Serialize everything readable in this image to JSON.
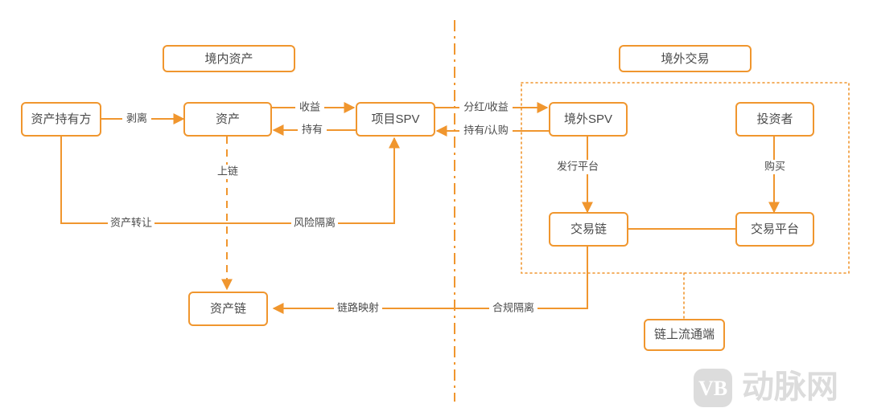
{
  "diagram": {
    "title_boxes": [
      {
        "id": "domestic-assets",
        "label": "境内资产"
      },
      {
        "id": "offshore-trading",
        "label": "境外交易"
      }
    ],
    "nodes": [
      {
        "id": "asset-holder",
        "label": "资产持有方"
      },
      {
        "id": "asset",
        "label": "资产"
      },
      {
        "id": "project-spv",
        "label": "项目SPV"
      },
      {
        "id": "offshore-spv",
        "label": "境外SPV"
      },
      {
        "id": "investor",
        "label": "投资者"
      },
      {
        "id": "trading-chain",
        "label": "交易链"
      },
      {
        "id": "trading-platform",
        "label": "交易平台"
      },
      {
        "id": "asset-chain",
        "label": "资产链"
      },
      {
        "id": "onchain-circulation",
        "label": "链上流通端"
      }
    ],
    "edges": [
      {
        "id": "strip",
        "label": "剥离",
        "from": "asset-holder",
        "to": "asset"
      },
      {
        "id": "income",
        "label": "收益",
        "from": "asset",
        "to": "project-spv"
      },
      {
        "id": "hold",
        "label": "持有",
        "from": "project-spv",
        "to": "asset"
      },
      {
        "id": "on-chain",
        "label": "上链",
        "from": "asset",
        "to": "asset-chain",
        "style": "dashed"
      },
      {
        "id": "asset-transfer",
        "label": "资产转让",
        "from": "asset-holder",
        "to": "project-spv"
      },
      {
        "id": "risk-isolation",
        "label": "风险隔离",
        "from": "asset-holder",
        "to": "project-spv"
      },
      {
        "id": "dividend-income",
        "label": "分红/收益",
        "from": "project-spv",
        "to": "offshore-spv"
      },
      {
        "id": "hold-subscribe",
        "label": "持有/认购",
        "from": "offshore-spv",
        "to": "project-spv"
      },
      {
        "id": "issuance-platform",
        "label": "发行平台",
        "from": "offshore-spv",
        "to": "trading-chain"
      },
      {
        "id": "purchase",
        "label": "购买",
        "from": "investor",
        "to": "trading-platform"
      },
      {
        "id": "chain-mapping",
        "label": "链路映射",
        "from": "trading-chain",
        "to": "asset-chain"
      },
      {
        "id": "compliance-isolation",
        "label": "合规隔离",
        "from": "trading-chain",
        "to": "asset-chain"
      }
    ],
    "watermark": {
      "logo_text": "VB",
      "brand_text": "动脉网"
    },
    "colors": {
      "accent": "#F0962E",
      "text": "#4a4a4a",
      "background": "#ffffff",
      "watermark": "#dcdcdc"
    }
  }
}
